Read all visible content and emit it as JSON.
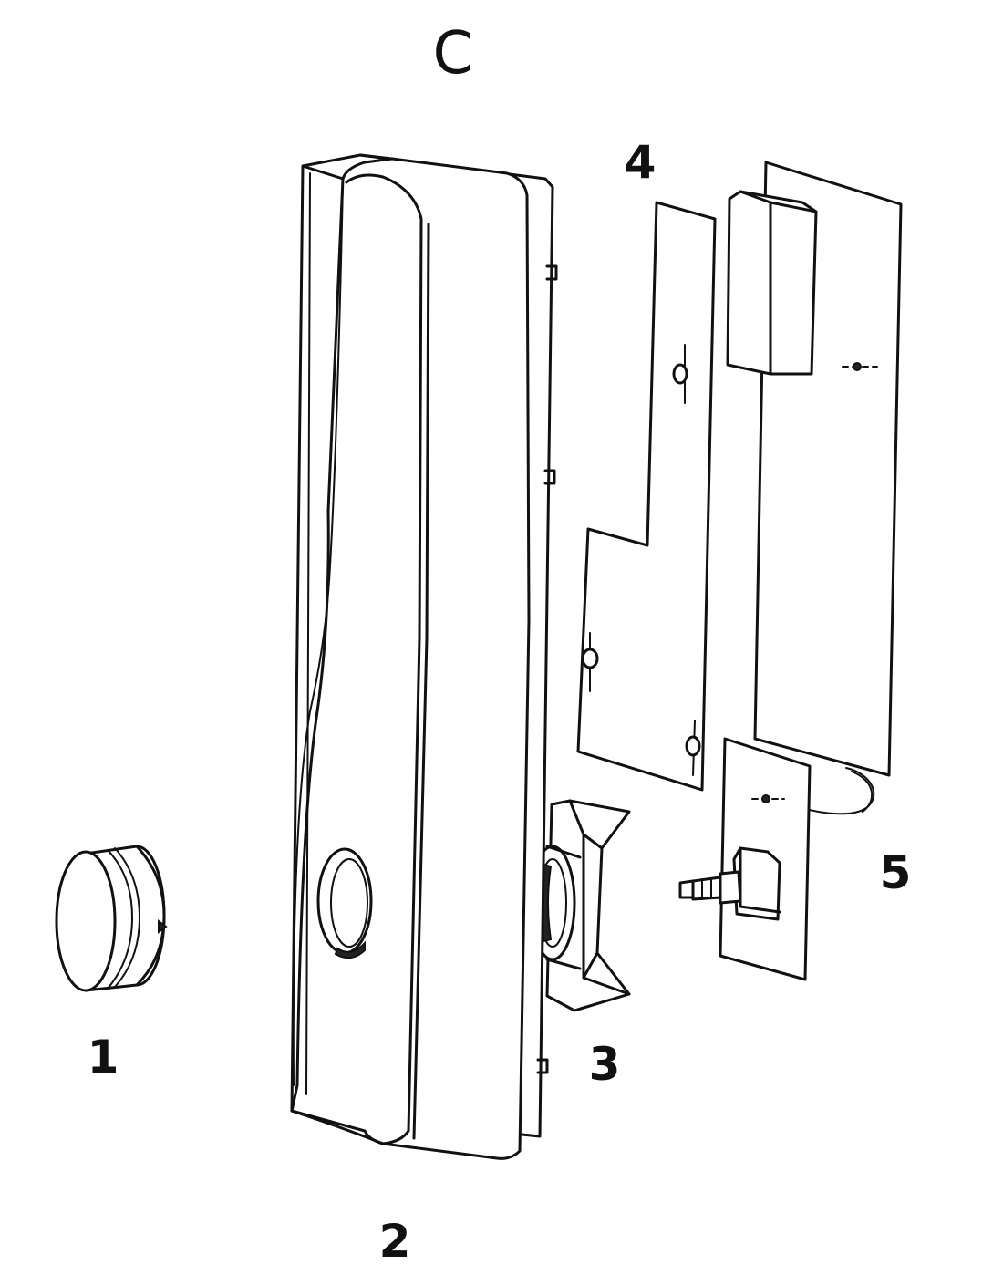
{
  "diagram": {
    "heading": "C",
    "line_color": "#111111",
    "background": "#ffffff",
    "parts": [
      {
        "label": "1",
        "icon": "round-knob-cap"
      },
      {
        "label": "2",
        "icon": "front-housing-cover"
      },
      {
        "label": "3",
        "icon": "motor-mount-bracket"
      },
      {
        "label": "4",
        "icon": "insulation-sheet"
      },
      {
        "label": "5",
        "icon": "circuit-board-with-switch"
      }
    ]
  }
}
